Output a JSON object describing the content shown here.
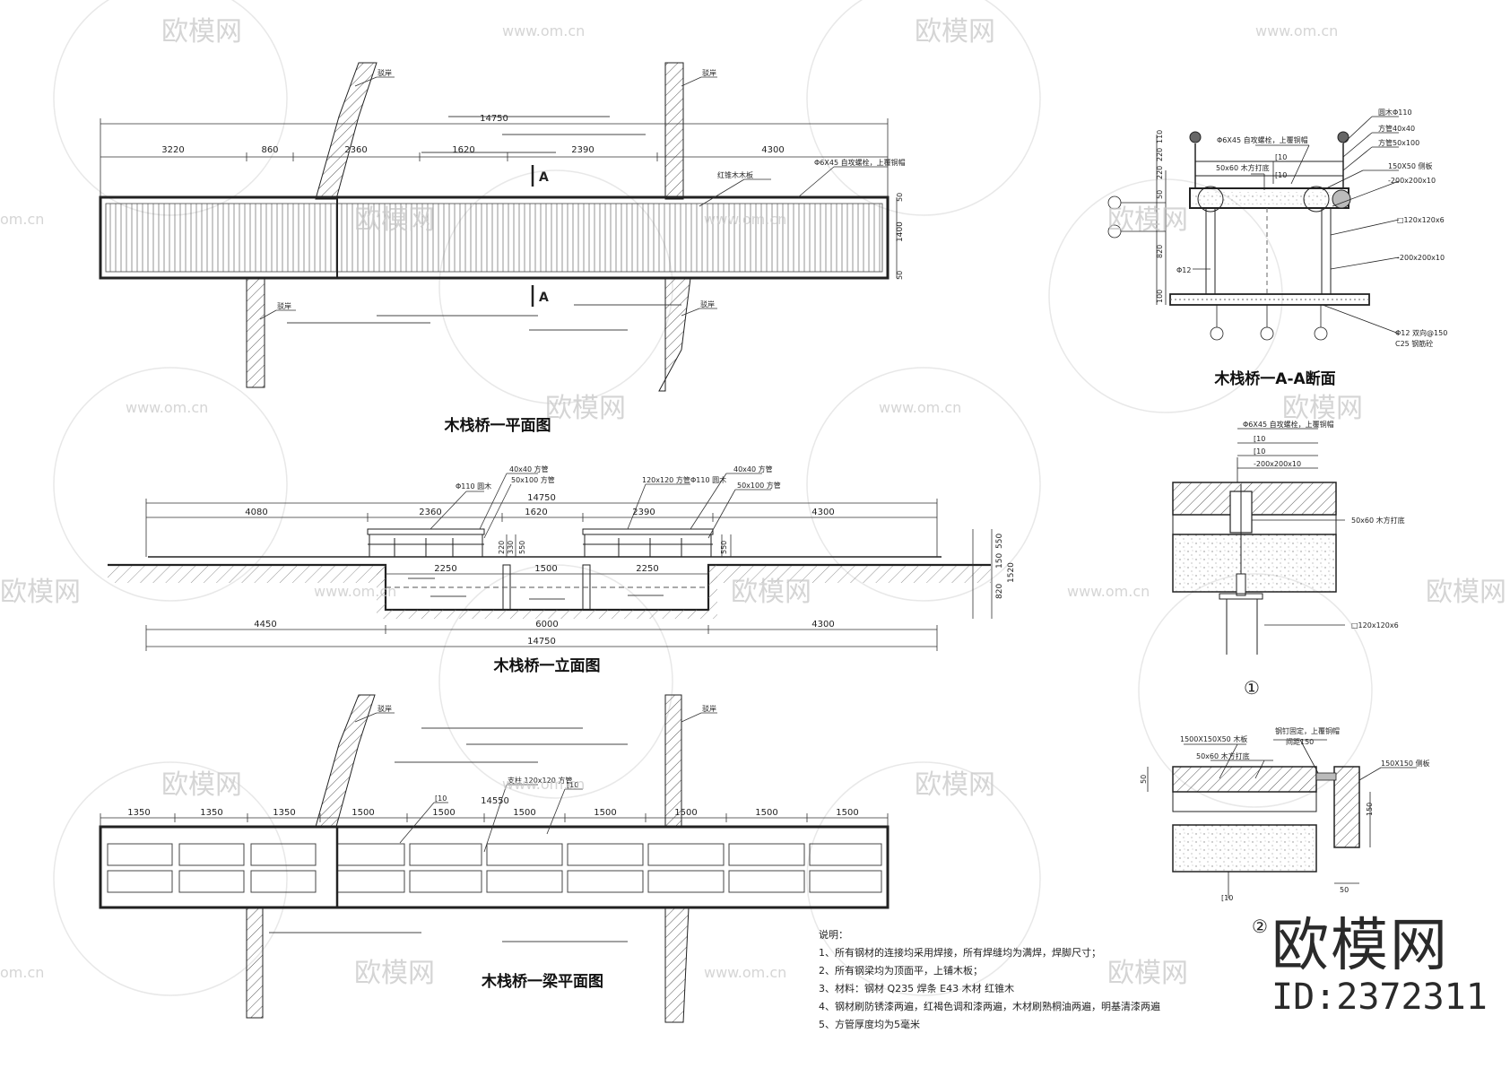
{
  "watermark": {
    "cn": "欧模网",
    "url": "www.om.cn",
    "url_short": "om.cn"
  },
  "plan": {
    "title": "木栈桥一平面图",
    "total": "14750",
    "dims": [
      "3220",
      "860",
      "2360",
      "1620",
      "2390",
      "4300"
    ],
    "width": "1400",
    "edge_top": "50",
    "edge_bottom": "50",
    "section_mark": "A",
    "bank_label": "驳岸",
    "deck_label": "红锥木木板",
    "bolt_label": "Φ6X45 自攻螺栓，上覆铜帽"
  },
  "elevation": {
    "title": "木栈桥一立面图",
    "top_total": "14750",
    "top_dims": [
      "4080",
      "2360",
      "1620",
      "2390",
      "4300"
    ],
    "beam_dims": [
      "2250",
      "1500",
      "2250"
    ],
    "bottom_dims": [
      "4450",
      "6000",
      "4300"
    ],
    "bottom_total": "14750",
    "right_dims": [
      "550",
      "150",
      "820"
    ],
    "right_total": "1520",
    "rail_dims": [
      "220",
      "330",
      "550"
    ],
    "labels": [
      "Φ110 圆木",
      "40x40 方管",
      "50x100 方管",
      "120x120 方管"
    ]
  },
  "beam": {
    "title": "木栈桥一梁平面图",
    "total": "14550",
    "dims": [
      "1350",
      "1350",
      "1350",
      "1500",
      "1500",
      "1500",
      "1500",
      "1500",
      "1500",
      "1500"
    ],
    "labels": [
      "[10",
      "支柱 120x120 方管",
      "[10"
    ],
    "bank_label": "驳岸"
  },
  "section": {
    "title": "木栈桥一A-A断面",
    "left_dims": [
      "110",
      "220",
      "220",
      "50",
      "820",
      "100"
    ],
    "labels": [
      "圆木Φ110",
      "方管40x40",
      "方管50x100",
      "Φ6X45 自攻螺栓，上覆铜帽",
      "[10",
      "[10",
      "50x60 木方打底",
      "150X50 侧板",
      "-200x200x10",
      "□120x120x6",
      "-200x200x10",
      "Φ12",
      "Φ12 双向@150",
      "C25 钢筋砼"
    ]
  },
  "detail1": {
    "label": "①",
    "texts": [
      "Φ6X45 自攻螺栓，上覆铜帽",
      "[10",
      "[10",
      "-200x200x10",
      "50x60 木方打底",
      "□120x120x6"
    ]
  },
  "detail2": {
    "label": "②",
    "texts": [
      "1500X150X50 木板",
      "50x60 木方打底",
      "钢钉固定，上覆铜帽",
      "间距150",
      "150X150 侧板",
      "50",
      "150",
      "50",
      "[10"
    ]
  },
  "notes": {
    "heading": "说明：",
    "items": [
      "1、所有钢材的连接均采用焊接，所有焊缝均为满焊，焊脚尺寸；",
      "2、所有钢梁均为顶面平，上铺木板；",
      "3、材料：钢材  Q235     焊条   E43     木材     红锥木",
      "4、钢材刷防锈漆两遍，红褐色调和漆两遍，木材刷熟桐油两遍，明基清漆两遍",
      "5、方管厚度均为5毫米"
    ]
  },
  "brand": {
    "name": "欧模网",
    "id": "ID:2372311"
  }
}
